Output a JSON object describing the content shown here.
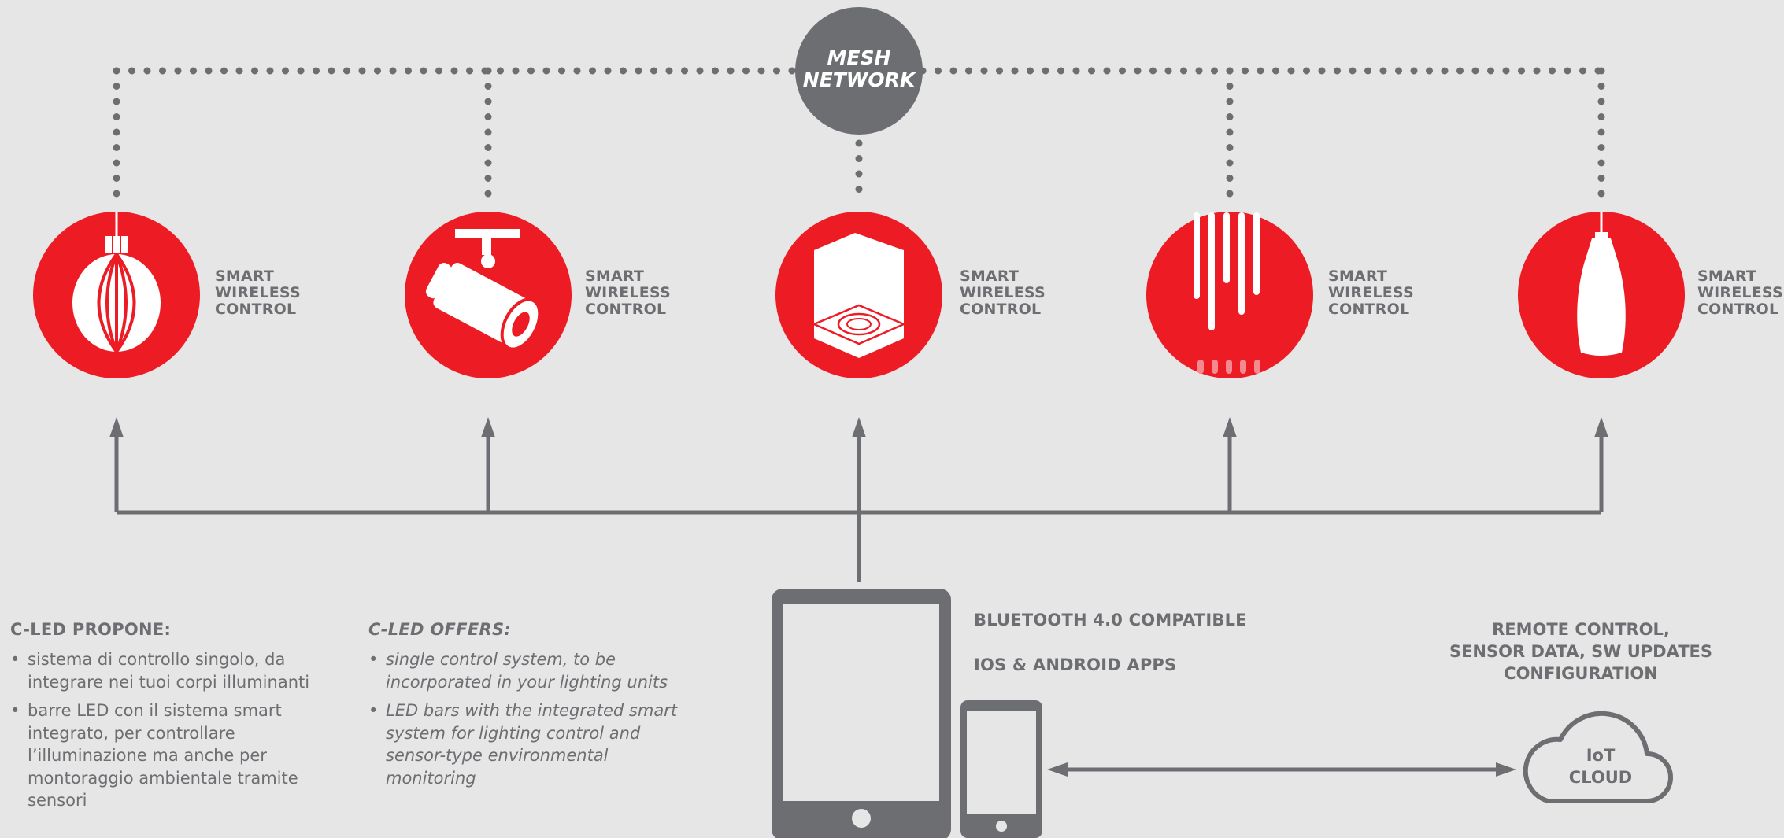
{
  "mesh": {
    "line1": "MESH",
    "line2": "NETWORK"
  },
  "devices": [
    {
      "icon": "pendant-globe-icon",
      "label": [
        "SMART",
        "WIRELESS",
        "CONTROL"
      ]
    },
    {
      "icon": "track-spotlight-icon",
      "label": [
        "SMART",
        "WIRELESS",
        "CONTROL"
      ]
    },
    {
      "icon": "ceiling-downlight-icon",
      "label": [
        "SMART",
        "WIRELESS",
        "CONTROL"
      ]
    },
    {
      "icon": "led-bars-icon",
      "label": [
        "SMART",
        "WIRELESS",
        "CONTROL"
      ]
    },
    {
      "icon": "pendant-vase-icon",
      "label": [
        "SMART",
        "WIRELESS",
        "CONTROL"
      ]
    }
  ],
  "it": {
    "heading": "C-LED PROPONE:",
    "bullets": [
      "sistema di controllo singolo, da integrare nei tuoi corpi illuminanti",
      "barre LED con il sistema smart integrato, per controllare l’illuminazione ma anche per montoraggio ambientale tramite sensori"
    ]
  },
  "en": {
    "heading": "C-LED OFFERS:",
    "bullets": [
      "single control system, to be incorporated in your lighting units",
      "LED bars with the integrated smart system for lighting control and sensor-type environmental monitoring"
    ]
  },
  "info": {
    "bluetooth": "BLUETOOTH 4.0 COMPATIBLE",
    "apps": "IOS & ANDROID APPS"
  },
  "remote": {
    "line1": "REMOTE CONTROL,",
    "line2": "SENSOR DATA, SW UPDATES",
    "line3": "CONFIGURATION"
  },
  "cloud": {
    "line1": "IoT",
    "line2": "CLOUD"
  },
  "colors": {
    "background": "#e6e6e6",
    "accent": "#ed1c24",
    "gray": "#6d6e71",
    "white": "#ffffff"
  }
}
